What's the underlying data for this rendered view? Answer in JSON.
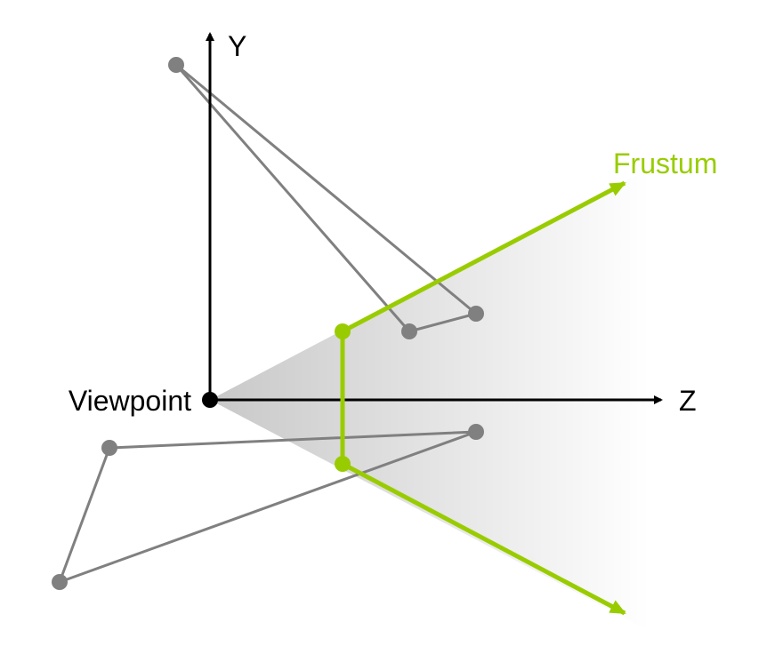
{
  "labels": {
    "y_axis": "Y",
    "z_axis": "Z",
    "viewpoint": "Viewpoint",
    "frustum": "Frustum"
  },
  "colors": {
    "frustum": "#99cc00",
    "objects": "#808080",
    "axes": "#000000"
  }
}
